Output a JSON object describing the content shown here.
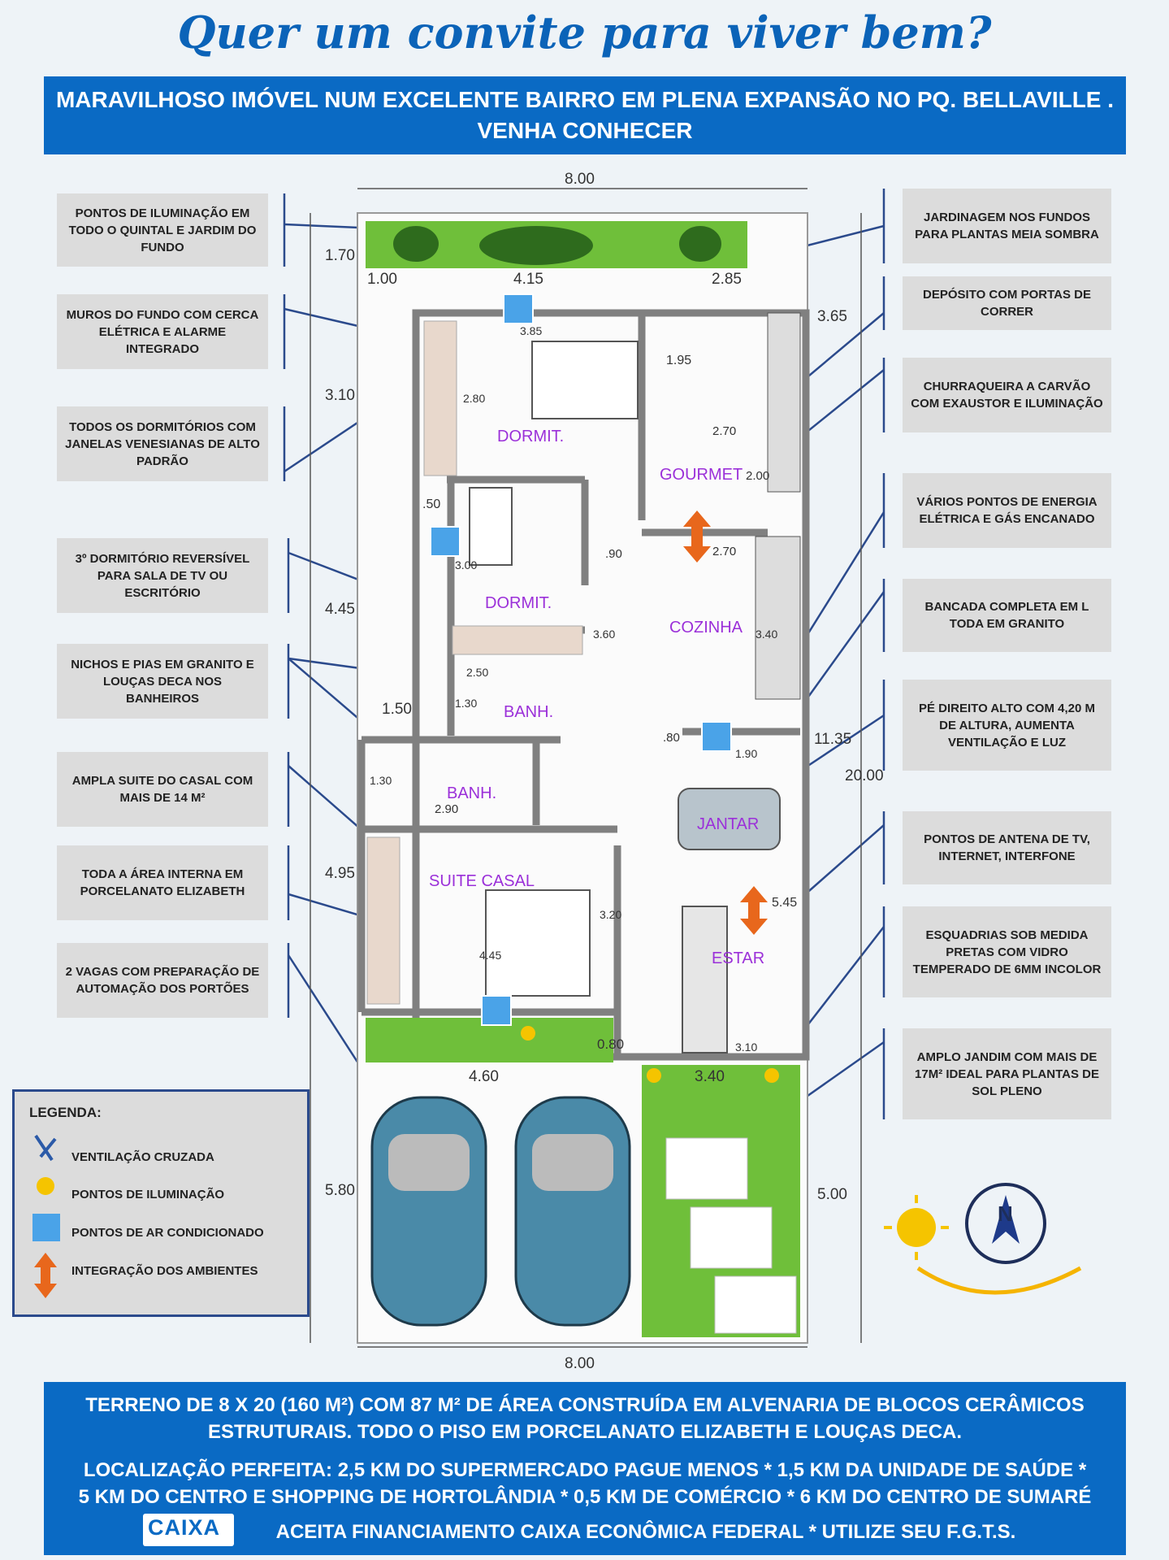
{
  "header": {
    "title": "Quer um convite para viver bem?",
    "banner_line1": "MARAVILHOSO IMÓVEL NUM EXCELENTE BAIRRO EM PLENA EXPANSÃO NO PQ. BELLAVILLE .",
    "banner_line2": "VENHA CONHECER"
  },
  "callouts_left": [
    "PONTOS DE ILUMINAÇÃO EM TODO O QUINTAL E JARDIM DO FUNDO",
    "MUROS DO FUNDO COM CERCA ELÉTRICA E ALARME INTEGRADO",
    "TODOS OS DORMITÓRIOS COM JANELAS VENESIANAS DE ALTO PADRÃO",
    "3º DORMITÓRIO REVERSÍVEL PARA SALA DE TV OU ESCRITÓRIO",
    "NICHOS E PIAS EM GRANITO E LOUÇAS DECA NOS BANHEIROS",
    "AMPLA SUITE DO CASAL COM MAIS DE 14 M²",
    "TODA A ÁREA INTERNA EM PORCELANATO ELIZABETH",
    "2 VAGAS COM PREPARAÇÃO DE AUTOMAÇÃO DOS PORTÕES"
  ],
  "callouts_right": [
    "JARDINAGEM NOS FUNDOS PARA PLANTAS MEIA SOMBRA",
    "DEPÓSITO COM PORTAS DE CORRER",
    "CHURRAQUEIRA A CARVÃO COM EXAUSTOR E ILUMINAÇÃO",
    "VÁRIOS PONTOS DE ENERGIA ELÉTRICA E GÁS ENCANADO",
    "BANCADA COMPLETA EM L TODA EM GRANITO",
    "PÉ DIREITO ALTO COM 4,20 M DE ALTURA, AUMENTA VENTILAÇÃO E LUZ",
    "PONTOS DE ANTENA DE TV, INTERNET, INTERFONE",
    "ESQUADRIAS SOB MEDIDA PRETAS COM VIDRO TEMPERADO DE 6MM INCOLOR",
    "AMPLO JANDIM COM MAIS DE 17M² IDEAL PARA PLANTAS DE SOL PLENO"
  ],
  "rooms": {
    "dormit1": "DORMIT.",
    "dormit2": "DORMIT.",
    "gourmet": "GOURMET",
    "cozinha": "COZINHA",
    "banh1": "BANH.",
    "banh2": "BANH.",
    "jantar": "JANTAR",
    "suite": "SUITE  CASAL",
    "estar": "ESTAR"
  },
  "dimensions": {
    "top_width": "8.00",
    "bottom_width": "8.00",
    "d_1_00": "1.00",
    "d_4_15": "4.15",
    "d_2_85": "2.85",
    "d_1_70": "1.70",
    "d_3_10_left": "3.10",
    "d_4_45": "4.45",
    "d_4_95": "4.95",
    "d_5_80": "5.80",
    "d_3_65": "3.65",
    "d_11_35": "11.35",
    "d_20_00": "20.00",
    "d_5_00": "5.00",
    "d_3_85": "3.85",
    "d_2_80": "2.80",
    "d_1_95": "1.95",
    "d_2_70a": "2.70",
    "d_2_00": "2.00",
    "d_2_70b": "2.70",
    "d_50": ".50",
    "d_3_00": "3.00",
    "d_90": ".90",
    "d_3_60": "3.60",
    "d_3_40": "3.40",
    "d_2_50": "2.50",
    "d_1_30a": "1.30",
    "d_1_50": "1.50",
    "d_80": ".80",
    "d_1_90": "1.90",
    "d_1_30b": "1.30",
    "d_2_90": "2.90",
    "d_5_45": "5.45",
    "d_3_20": "3.20",
    "d_4_45b": "4.45",
    "d_0_80": "0.80",
    "d_4_60": "4.60",
    "d_3_10b": "3.10",
    "d_3_40b": "3.40"
  },
  "legend": {
    "title": "LEGENDA:",
    "items": [
      "VENTILAÇÃO CRUZADA",
      "PONTOS DE ILUMINAÇÃO",
      "PONTOS DE AR CONDICIONADO",
      "INTEGRAÇÃO DOS AMBIENTES"
    ]
  },
  "compass": {
    "north": "N"
  },
  "footer": {
    "line1": "TERRENO DE 8 X 20 (160 M²) COM 87 M² DE ÁREA CONSTRUÍDA EM ALVENARIA DE BLOCOS CERÂMICOS",
    "line2": "ESTRUTURAIS. TODO O PISO EM PORCELANATO ELIZABETH E LOUÇAS DECA.",
    "line3": "LOCALIZAÇÃO PERFEITA: 2,5 KM DO SUPERMERCADO PAGUE MENOS * 1,5 KM DA UNIDADE DE SAÚDE *",
    "line4": "5 KM DO CENTRO E SHOPPING DE HORTOLÂNDIA * 0,5 KM DE COMÉRCIO * 6 KM DO CENTRO DE SUMARÉ",
    "line5": "ACEITA FINANCIAMENTO CAIXA ECONÔMICA FEDERAL * UTILIZE SEU F.G.T.S.",
    "logo": "CAIXA"
  },
  "colors": {
    "brand_blue": "#0a6ac4",
    "callout_bg": "#dcdcdc",
    "room_label": "#9b30d9",
    "wall": "#808080",
    "garden": "#6fbf3a"
  }
}
